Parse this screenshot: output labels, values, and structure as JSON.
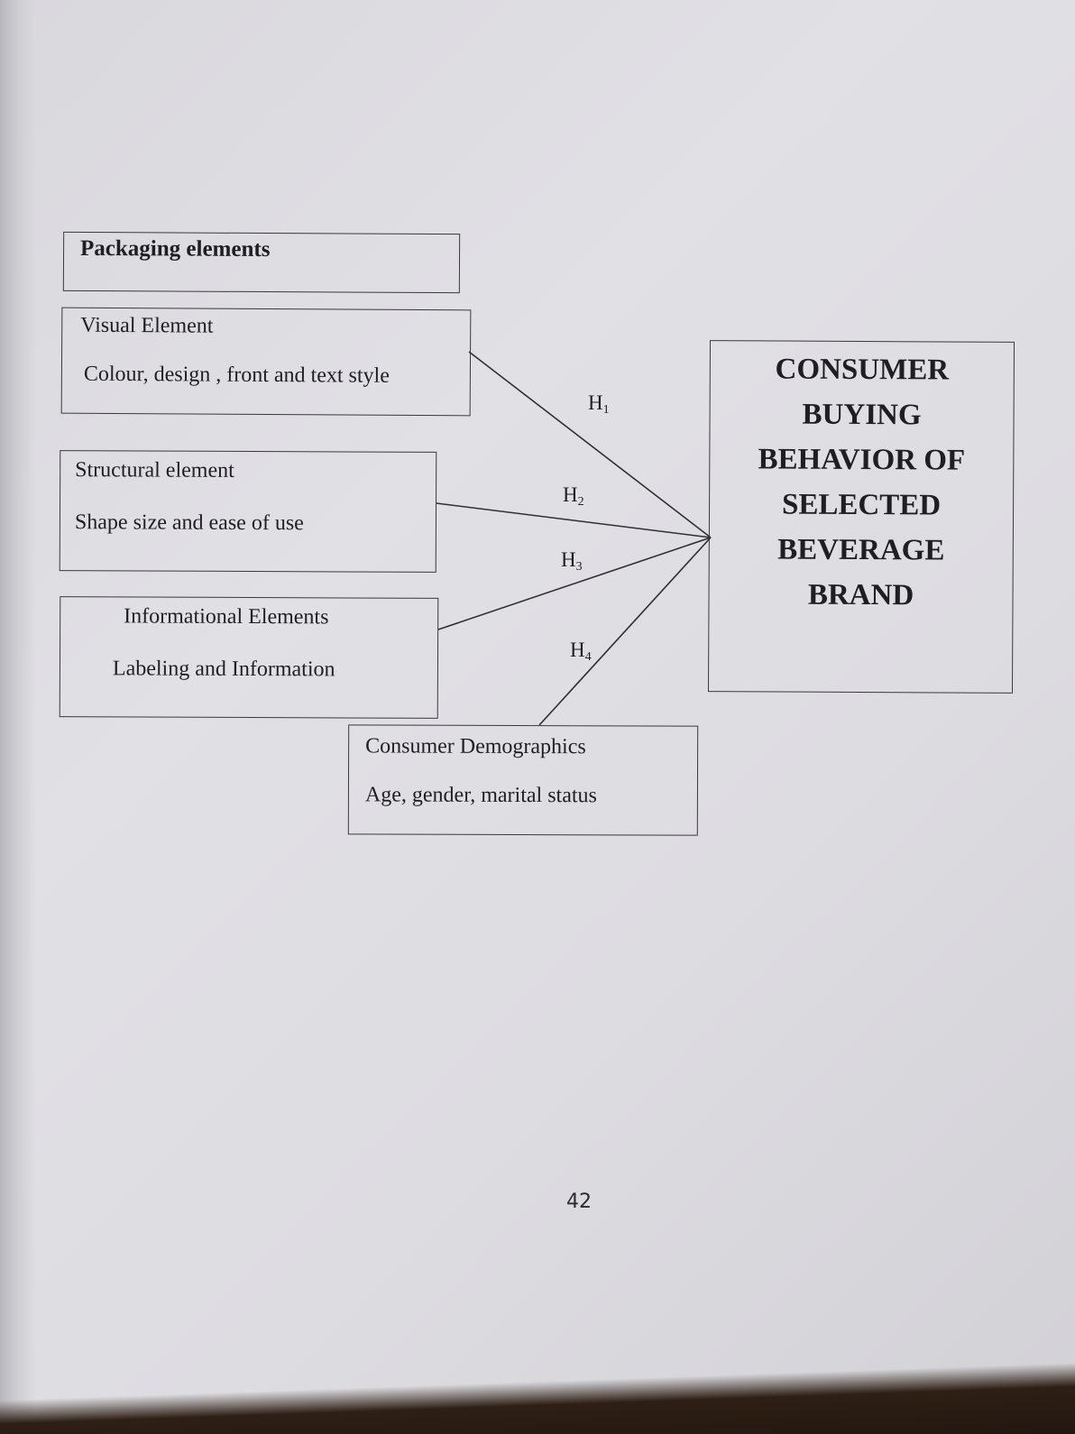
{
  "title_box": {
    "label": "Packaging elements"
  },
  "visual": {
    "heading": "Visual Element",
    "detail": "Colour,  design , front and  text style"
  },
  "structural": {
    "heading": "Structural element",
    "detail": "Shape size and ease of use"
  },
  "informational": {
    "heading": "Informational Elements",
    "detail": "Labeling and Information"
  },
  "demographics": {
    "heading": "Consumer Demographics",
    "detail": "Age, gender, marital status"
  },
  "outcome": {
    "lines": [
      "CONSUMER",
      "BUYING",
      "BEHAVIOR OF",
      "SELECTED",
      "BEVERAGE",
      "BRAND"
    ]
  },
  "hypotheses": [
    {
      "letter": "H",
      "index": "1"
    },
    {
      "letter": "H",
      "index": "2"
    },
    {
      "letter": "H",
      "index": "3"
    },
    {
      "letter": "H",
      "index": "4"
    }
  ],
  "page_number": "42"
}
